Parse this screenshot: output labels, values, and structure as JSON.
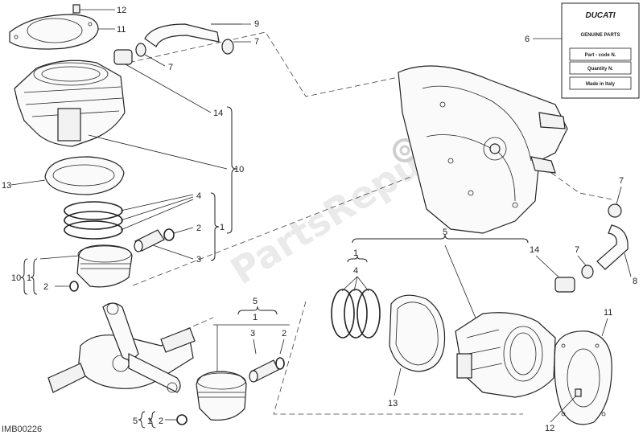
{
  "diagram": {
    "ref_code": "IMB00226",
    "watermark": "PartsRepublik",
    "card": {
      "brand": "DUCATI",
      "subtitle": "GENUINE PARTS",
      "rows": [
        "Part - code N.",
        "Quantity N.",
        "Made in Italy"
      ]
    },
    "callouts": {
      "c12_top": "12",
      "c11_top": "11",
      "c9": "9",
      "c7_top_right": "7",
      "c7_top_left": "7",
      "c6": "6",
      "c14_top": "14",
      "c10_right": "10",
      "c13_left": "13",
      "c4_left": "4",
      "c2_left": "2",
      "c1_left": "1",
      "c3_left": "3",
      "c10_bracket": "10",
      "c1_bracket": "1",
      "c2_bracket": "2",
      "c7_mid": "7",
      "c7_lower": "7",
      "c8": "8",
      "c14_mid": "14",
      "c5_top": "5",
      "c1_top": "1",
      "c4_top": "4",
      "c5_mid": "5",
      "c1_mid": "1",
      "c3_mid": "3",
      "c2_mid": "2",
      "c11_right": "11",
      "c13_bottom": "13",
      "c12_bottom": "12",
      "c5_bottom": "5",
      "c1_bottom": "1",
      "c2_bottom": "2"
    }
  }
}
